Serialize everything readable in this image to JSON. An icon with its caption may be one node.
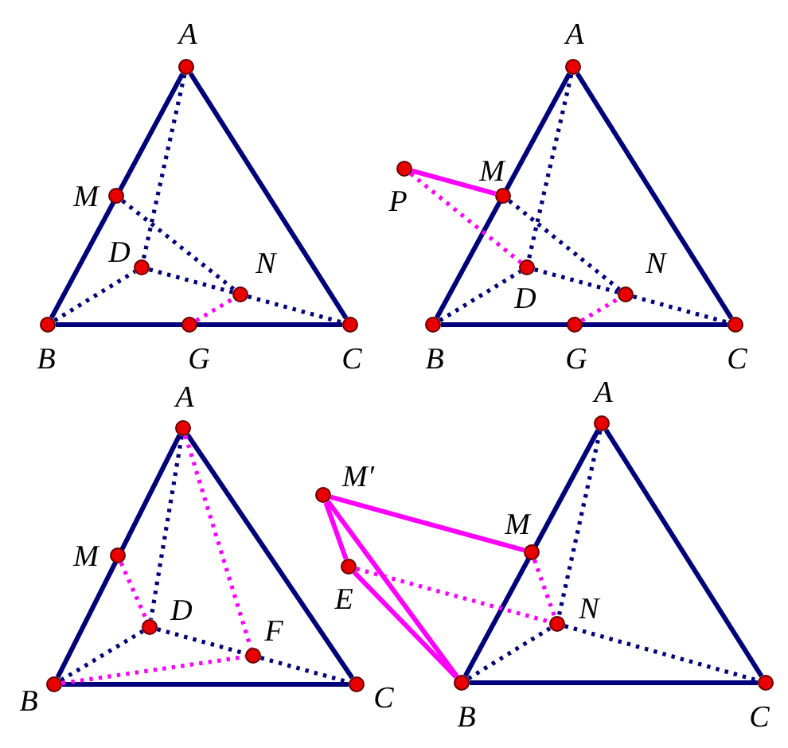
{
  "diagram": {
    "nodes": [
      {
        "text": [
          "A"
        ]
      },
      {
        "text": [
          "M"
        ]
      },
      {
        "text": [
          "D"
        ]
      },
      {
        "text": [
          "N"
        ]
      },
      {
        "text": [
          "B"
        ]
      },
      {
        "text": [
          "G"
        ]
      },
      {
        "text": [
          "C"
        ]
      },
      {
        "text": [
          "A"
        ]
      },
      {
        "text": [
          "P"
        ]
      },
      {
        "text": [
          "M"
        ]
      },
      {
        "text": [
          "D"
        ]
      },
      {
        "text": [
          "N"
        ]
      },
      {
        "text": [
          "B"
        ]
      },
      {
        "text": [
          "G"
        ]
      },
      {
        "text": [
          "C"
        ]
      },
      {
        "text": [
          "A"
        ]
      },
      {
        "text": [
          "M"
        ]
      },
      {
        "text": [
          "D"
        ]
      },
      {
        "text": [
          "F"
        ]
      },
      {
        "text": [
          "B"
        ]
      },
      {
        "text": [
          "C"
        ]
      },
      {
        "text": [
          "M′"
        ]
      },
      {
        "text": [
          "E"
        ]
      },
      {
        "text": [
          "M"
        ]
      },
      {
        "text": [
          "A"
        ]
      },
      {
        "text": [
          "N"
        ]
      },
      {
        "text": [
          "B"
        ]
      },
      {
        "text": [
          "C"
        ]
      }
    ],
    "edges": [
      {
        "from": 0,
        "to": 4,
        "arrow": "none"
      },
      {
        "from": 4,
        "to": 6,
        "arrow": "none"
      },
      {
        "from": 6,
        "to": 0,
        "arrow": "none"
      },
      {
        "from": 0,
        "to": 2,
        "arrow": "none",
        "style": "dashed"
      },
      {
        "from": 4,
        "to": 2,
        "arrow": "none",
        "style": "dashed"
      },
      {
        "from": 2,
        "to": 3,
        "arrow": "none",
        "style": "dashed"
      },
      {
        "from": 3,
        "to": 6,
        "arrow": "none",
        "style": "dashed"
      },
      {
        "from": 1,
        "to": 3,
        "arrow": "none",
        "style": "dashed"
      },
      {
        "from": 5,
        "to": 3,
        "arrow": "none",
        "style": "dashed",
        "color": "#ff00ff"
      },
      {
        "from": 7,
        "to": 12,
        "arrow": "none"
      },
      {
        "from": 12,
        "to": 14,
        "arrow": "none"
      },
      {
        "from": 14,
        "to": 7,
        "arrow": "none"
      },
      {
        "from": 7,
        "to": 10,
        "arrow": "none",
        "style": "dashed"
      },
      {
        "from": 12,
        "to": 10,
        "arrow": "none",
        "style": "dashed"
      },
      {
        "from": 10,
        "to": 11,
        "arrow": "none",
        "style": "dashed"
      },
      {
        "from": 11,
        "to": 14,
        "arrow": "none",
        "style": "dashed"
      },
      {
        "from": 9,
        "to": 11,
        "arrow": "none",
        "style": "dashed"
      },
      {
        "from": 13,
        "to": 11,
        "arrow": "none",
        "style": "dashed",
        "color": "#ff00ff"
      },
      {
        "from": 8,
        "to": 9,
        "arrow": "none",
        "color": "#ff00ff"
      },
      {
        "from": 8,
        "to": 10,
        "arrow": "none",
        "style": "dashed",
        "color": "#ff00ff"
      },
      {
        "from": 15,
        "to": 19,
        "arrow": "none"
      },
      {
        "from": 19,
        "to": 20,
        "arrow": "none"
      },
      {
        "from": 20,
        "to": 15,
        "arrow": "none"
      },
      {
        "from": 15,
        "to": 17,
        "arrow": "none",
        "style": "dashed"
      },
      {
        "from": 19,
        "to": 17,
        "arrow": "none",
        "style": "dashed"
      },
      {
        "from": 17,
        "to": 18,
        "arrow": "none",
        "style": "dashed"
      },
      {
        "from": 18,
        "to": 20,
        "arrow": "none",
        "style": "dashed"
      },
      {
        "from": 16,
        "to": 17,
        "arrow": "none",
        "style": "dashed",
        "color": "#ff00ff"
      },
      {
        "from": 15,
        "to": 18,
        "arrow": "none",
        "style": "dashed",
        "color": "#ff00ff"
      },
      {
        "from": 19,
        "to": 18,
        "arrow": "none",
        "style": "dashed",
        "color": "#ff00ff"
      },
      {
        "from": 24,
        "to": 26,
        "arrow": "none"
      },
      {
        "from": 26,
        "to": 27,
        "arrow": "none"
      },
      {
        "from": 27,
        "to": 24,
        "arrow": "none"
      },
      {
        "from": 24,
        "to": 25,
        "arrow": "none",
        "style": "dashed"
      },
      {
        "from": 26,
        "to": 25,
        "arrow": "none",
        "style": "dashed"
      },
      {
        "from": 25,
        "to": 27,
        "arrow": "none",
        "style": "dashed"
      },
      {
        "from": 23,
        "to": 25,
        "arrow": "none",
        "style": "dashed",
        "color": "#ff00ff"
      },
      {
        "from": 22,
        "to": 25,
        "arrow": "none",
        "style": "dashed",
        "color": "#ff00ff"
      },
      {
        "from": 21,
        "to": 23,
        "arrow": "none",
        "color": "#ff00ff"
      },
      {
        "from": 21,
        "to": 22,
        "arrow": "none",
        "color": "#ff00ff"
      },
      {
        "from": 21,
        "to": 26,
        "arrow": "none",
        "color": "#ff00ff"
      },
      {
        "from": 22,
        "to": 26,
        "arrow": "none",
        "color": "#ff00ff"
      }
    ]
  }
}
